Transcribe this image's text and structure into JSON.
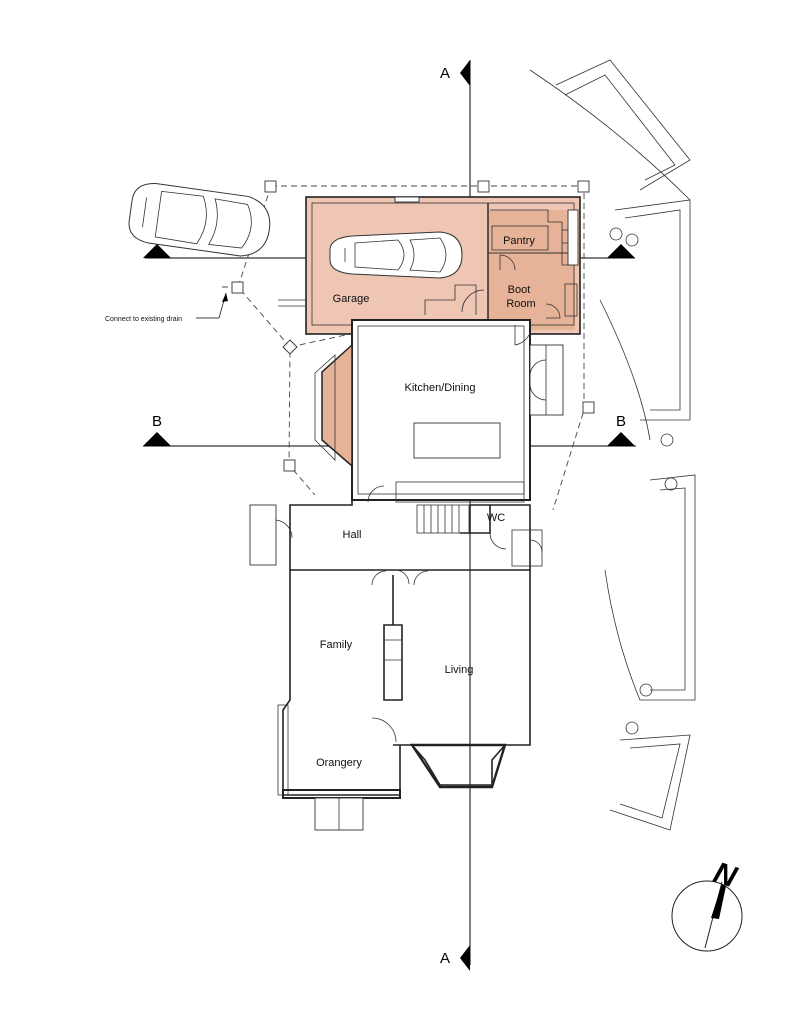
{
  "colors": {
    "garage_fill": "#efc5b4",
    "boot_room_fill": "#e7b398",
    "wall": "#222222",
    "line": "#000000"
  },
  "section_markers": {
    "a_top": "A",
    "a_bottom": "A",
    "b_left": "B",
    "b_right": "B"
  },
  "rooms": {
    "garage": "Garage",
    "pantry": "Pantry",
    "boot_room_line1": "Boot",
    "boot_room_line2": "Room",
    "kitchen_dining": "Kitchen/Dining",
    "wc": "WC",
    "hall": "Hall",
    "family": "Family",
    "living": "Living",
    "orangery": "Orangery"
  },
  "annotations": {
    "drain_note": "Connect to existing drain"
  },
  "north_arrow": {
    "label": "N",
    "icon": "north-arrow-icon"
  }
}
